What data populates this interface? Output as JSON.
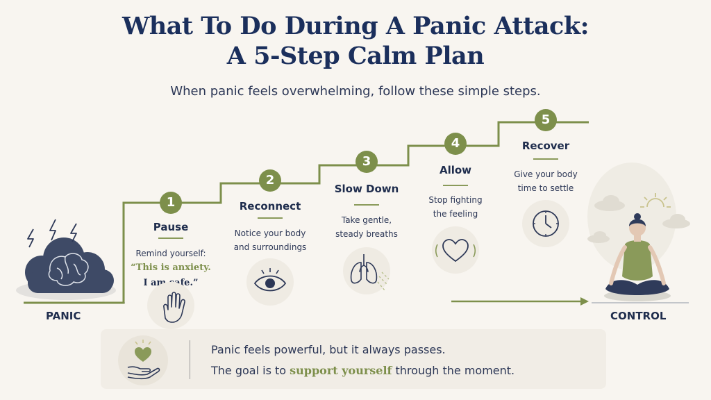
{
  "title": {
    "line1": "What To Do During A Panic Attack:",
    "line2": "A 5-Step Calm Plan"
  },
  "subtitle": "When panic feels overwhelming, follow these simple steps.",
  "start_label": "PANIC",
  "end_label": "CONTROL",
  "steps": [
    {
      "number": "1",
      "title": "Pause",
      "desc": [
        "Remind yourself:"
      ],
      "quote": [
        "“This is anxiety.",
        "I am safe.”"
      ],
      "icon": "hand-icon"
    },
    {
      "number": "2",
      "title": "Reconnect",
      "desc": [
        "Notice your body",
        "and surroundings"
      ],
      "icon": "eye-icon"
    },
    {
      "number": "3",
      "title": "Slow Down",
      "desc": [
        "Take gentle,",
        "steady breaths"
      ],
      "icon": "lungs-icon"
    },
    {
      "number": "4",
      "title": "Allow",
      "desc": [
        "Stop fighting",
        "the feeling"
      ],
      "icon": "heart-icon"
    },
    {
      "number": "5",
      "title": "Recover",
      "desc": [
        "Give your body",
        "time to settle"
      ],
      "icon": "clock-icon"
    }
  ],
  "footer": {
    "line1": "Panic feels powerful, but it always passes.",
    "line2_pre": "The goal is to",
    "line2_highlight": "support yourself",
    "line2_post": "through the moment.",
    "icon": "heart-in-hand-icon"
  },
  "colors": {
    "accent_green": "#7d8f4b",
    "navy": "#1b2f5c",
    "background": "#f8f5f0"
  }
}
